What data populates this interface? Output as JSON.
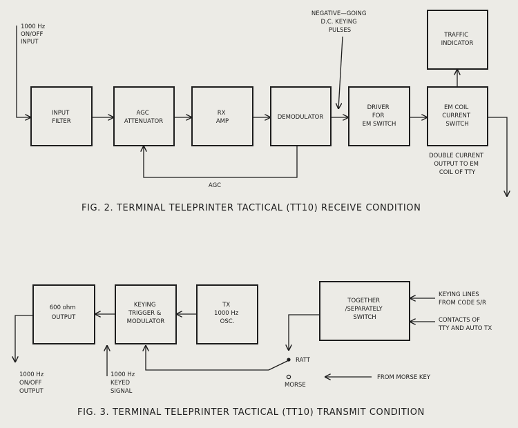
{
  "fig2": {
    "caption": "FIG. 2.  TERMINAL TELEPRINTER TACTICAL (TT10) RECEIVE CONDITION",
    "input_label": [
      "1000 Hz",
      "ON/OFF",
      "INPUT"
    ],
    "blocks": {
      "input_filter": [
        "INPUT",
        "FILTER"
      ],
      "agc_attenuator": [
        "AGC",
        "ATTENUATOR"
      ],
      "rx_amp": [
        "RX",
        "AMP"
      ],
      "demodulator": [
        "DEMODULATOR"
      ],
      "driver": [
        "DRIVER",
        "FOR",
        "EM SWITCH"
      ],
      "em_coil": [
        "EM COIL",
        "CURRENT",
        "SWITCH"
      ],
      "traffic": [
        "TRAFFIC",
        "INDICATOR"
      ]
    },
    "keying_pulses": [
      "NEGATIVE—GOING",
      "D.C. KEYING",
      "PULSES"
    ],
    "agc_feedback": "AGC",
    "output_label": [
      "DOUBLE  CURRENT",
      "OUTPUT TO  EM",
      "COIL OF TTY"
    ]
  },
  "fig3": {
    "caption": "FIG. 3.  TERMINAL TELEPRINTER TACTICAL (TT10) TRANSMIT CONDITION",
    "blocks": {
      "output600": [
        "600 ohm",
        "OUTPUT"
      ],
      "keying_trigger": [
        "KEYING",
        "TRIGGER &",
        "MODULATOR"
      ],
      "tx_osc": [
        "TX",
        "1000 Hz",
        "OSC."
      ],
      "together": [
        "TOGETHER",
        "/SEPARATELY",
        "SWITCH"
      ]
    },
    "output_label": [
      "1000 Hz",
      "ON/OFF",
      "OUTPUT"
    ],
    "keyed_signal": [
      "1000  Hz",
      "KEYED",
      "SIGNAL"
    ],
    "keying_lines": [
      "KEYING LINES",
      "FROM CODE S/R"
    ],
    "contacts": [
      "CONTACTS OF",
      "TTY AND AUTO TX"
    ],
    "ratt": "RATT",
    "morse": "MORSE",
    "from_morse_key": "FROM MORSE KEY"
  }
}
